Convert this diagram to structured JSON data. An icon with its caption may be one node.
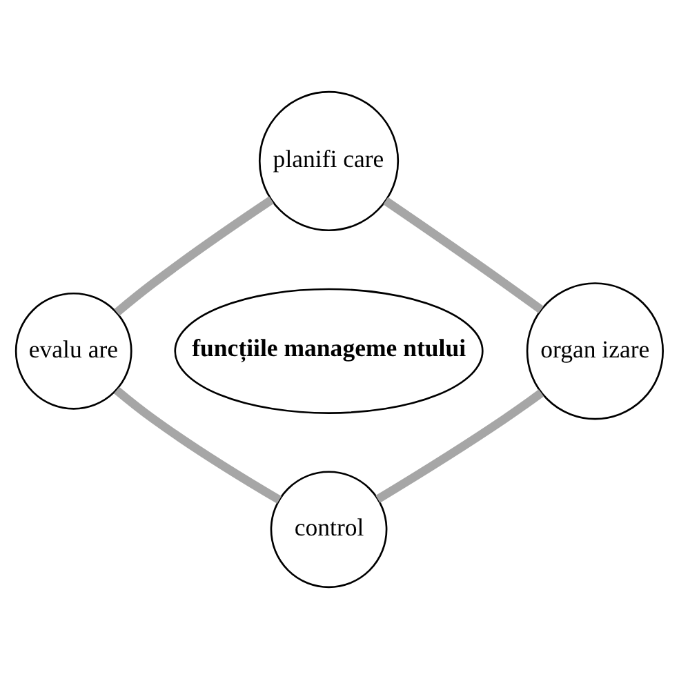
{
  "diagram": {
    "nodes": [
      {
        "text": [
          "planifi care"
        ]
      },
      {
        "text": [
          "evalu are"
        ]
      },
      {
        "text": [
          "funcțiile manageme ntului"
        ]
      },
      {
        "text": [
          "organ izare"
        ]
      },
      {
        "text": [
          "control"
        ]
      }
    ],
    "edges": [
      {
        "from": 0,
        "to": 3,
        "arrow": "none",
        "color": "#a6a6a6"
      },
      {
        "from": 3,
        "to": 4,
        "arrow": "none",
        "color": "#a6a6a6"
      },
      {
        "from": 0,
        "to": 1,
        "arrow": "none",
        "color": "#a6a6a6"
      },
      {
        "from": 1,
        "to": 4,
        "arrow": "none",
        "color": "#a6a6a6"
      }
    ]
  }
}
